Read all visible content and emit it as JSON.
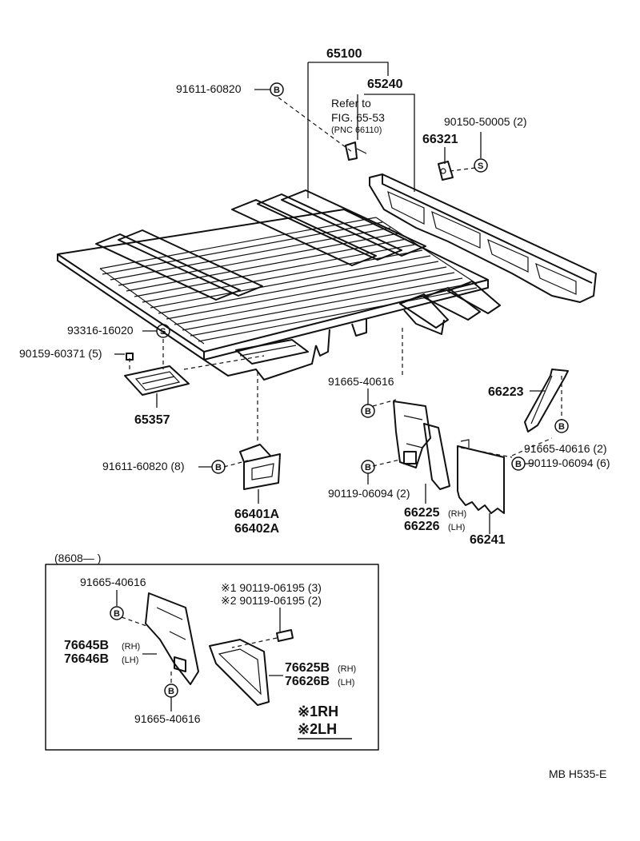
{
  "main_assembly": {
    "label_65100": "65100",
    "label_65240": "65240",
    "refer_to": "Refer to",
    "fig_ref": "FIG. 65-53",
    "pnc_ref": "(PNC 66110)"
  },
  "callouts": {
    "bolt_top_left": "91611-60820",
    "screw_rear_right": "90150-50005 (2)",
    "part_66321": "66321",
    "screw_93316": "93316-16020",
    "bolt_90159": "90159-60371 (5)",
    "part_65357": "65357",
    "bolt_91611_8": "91611-60820 (8)",
    "part_66401A": "66401A",
    "part_66402A": "66402A",
    "bolt_91665_center": "91665-40616",
    "part_66223": "66223",
    "bolt_91665_2": "91665-40616 (2)",
    "bolt_90119_6": "90119-06094 (6)",
    "bolt_90119_2": "90119-06094 (2)",
    "part_66225": "66225",
    "part_66226": "66226",
    "part_66241": "66241",
    "rh": "(RH)",
    "lh": "(LH)",
    "bolt_symbol": "B",
    "screw_symbol": "S"
  },
  "inset": {
    "date_range": "(8608—        )",
    "bolt_top": "91665-40616",
    "note1": "※1 90119-06195 (3)",
    "note2": "※2 90119-06195 (2)",
    "part_76645B": "76645B",
    "part_76646B": "76646B",
    "part_76625B": "76625B",
    "part_76626B": "76626B",
    "rh": "(RH)",
    "lh": "(LH)",
    "bolt_bottom": "91665-40616",
    "legend_1": "※1RH",
    "legend_2": "※2LH"
  },
  "footer": {
    "code": "MB  H535-E"
  }
}
